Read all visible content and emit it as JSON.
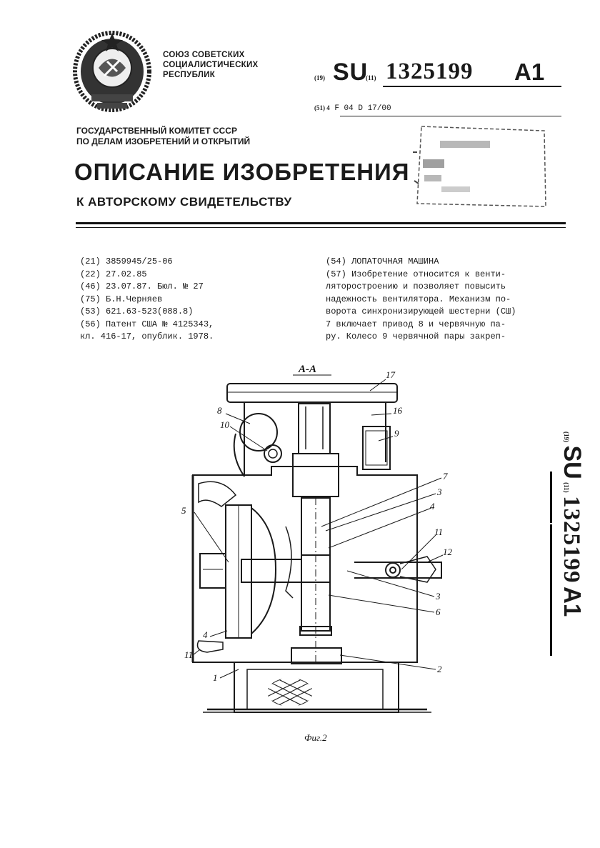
{
  "header": {
    "country_lines": [
      "СОЮЗ СОВЕТСКИХ",
      "СОЦИАЛИСТИЧЕСКИХ",
      "РЕСПУБЛИК"
    ],
    "committee_lines": [
      "ГОСУДАРСТВЕННЫЙ КОМИТЕТ СССР",
      "ПО ДЕЛАМ ИЗОБРЕТЕНИЙ И ОТКРЫТИЙ"
    ],
    "code_19": "(19)",
    "country_code": "SU",
    "code_11": "(11)",
    "patent_number": "1325199",
    "kind": "A1",
    "ipc_code_label": "(51) 4",
    "ipc": "F 04 D 17/00"
  },
  "title": "ОПИСАНИЕ ИЗОБРЕТЕНИЯ",
  "subtitle": "К АВТОРСКОМУ СВИДЕТЕЛЬСТВУ",
  "biblio": [
    "(21) 3859945/25-06",
    "(22) 27.02.85",
    "(46) 23.07.87. Бюл. № 27",
    "(75) Б.Н.Черняев",
    "(53) 621.63-523(088.8)",
    "(56) Патент США № 4125343,",
    "кл. 416-17, опублик. 1978."
  ],
  "abstract": [
    "(54) ЛОПАТОЧНАЯ МАШИНА",
    "(57) Изобретение относится к венти-",
    "ляторостроению и позволяет повысить",
    "надежность вентилятора. Механизм по-",
    "ворота синхронизирующей шестерни (СШ)",
    "7 включает привод 8 и червячную па-",
    "ру. Колесо 9 червячной пары закреп-"
  ],
  "drawing": {
    "section_label": "А-А",
    "caption": "Фиг.2",
    "callouts": [
      "17",
      "8",
      "16",
      "10",
      "9",
      "7",
      "3",
      "5",
      "4",
      "11",
      "12",
      "3",
      "6",
      "4",
      "11",
      "2",
      "1"
    ]
  },
  "side": {
    "code_19": "(19)",
    "country_code": "SU",
    "code_11": "(11)",
    "patent_number": "1325199",
    "kind": "A1"
  }
}
